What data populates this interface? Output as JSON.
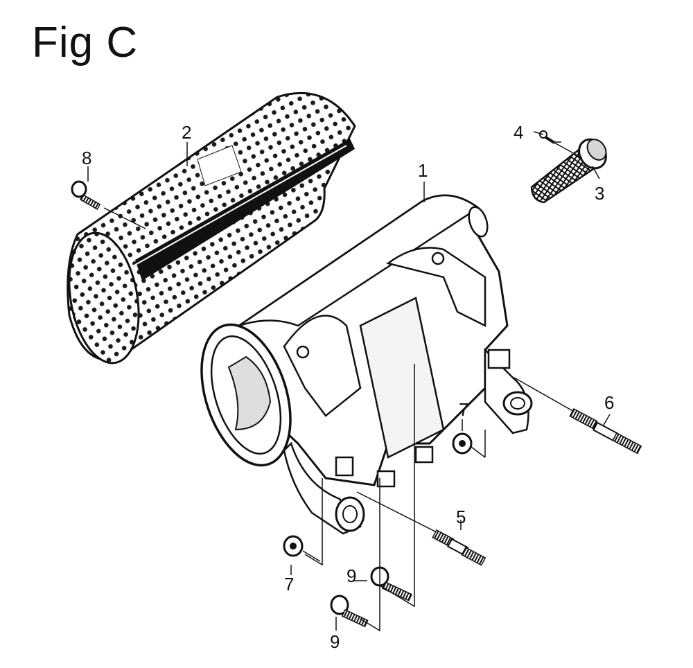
{
  "figure": {
    "title": "Fig C"
  },
  "callouts": [
    {
      "key": "c1",
      "number": "1"
    },
    {
      "key": "c2",
      "number": "2"
    },
    {
      "key": "c3",
      "number": "3"
    },
    {
      "key": "c4",
      "number": "4"
    },
    {
      "key": "c5",
      "number": "5"
    },
    {
      "key": "c6",
      "number": "6"
    },
    {
      "key": "c7a",
      "number": "7"
    },
    {
      "key": "c7b",
      "number": "7"
    },
    {
      "key": "c8",
      "number": "8"
    },
    {
      "key": "c9a",
      "number": "9"
    },
    {
      "key": "c9b",
      "number": "9"
    }
  ],
  "colors": {
    "ink": "#111111",
    "shade": "#cfcfcf",
    "paper": "#ffffff"
  }
}
